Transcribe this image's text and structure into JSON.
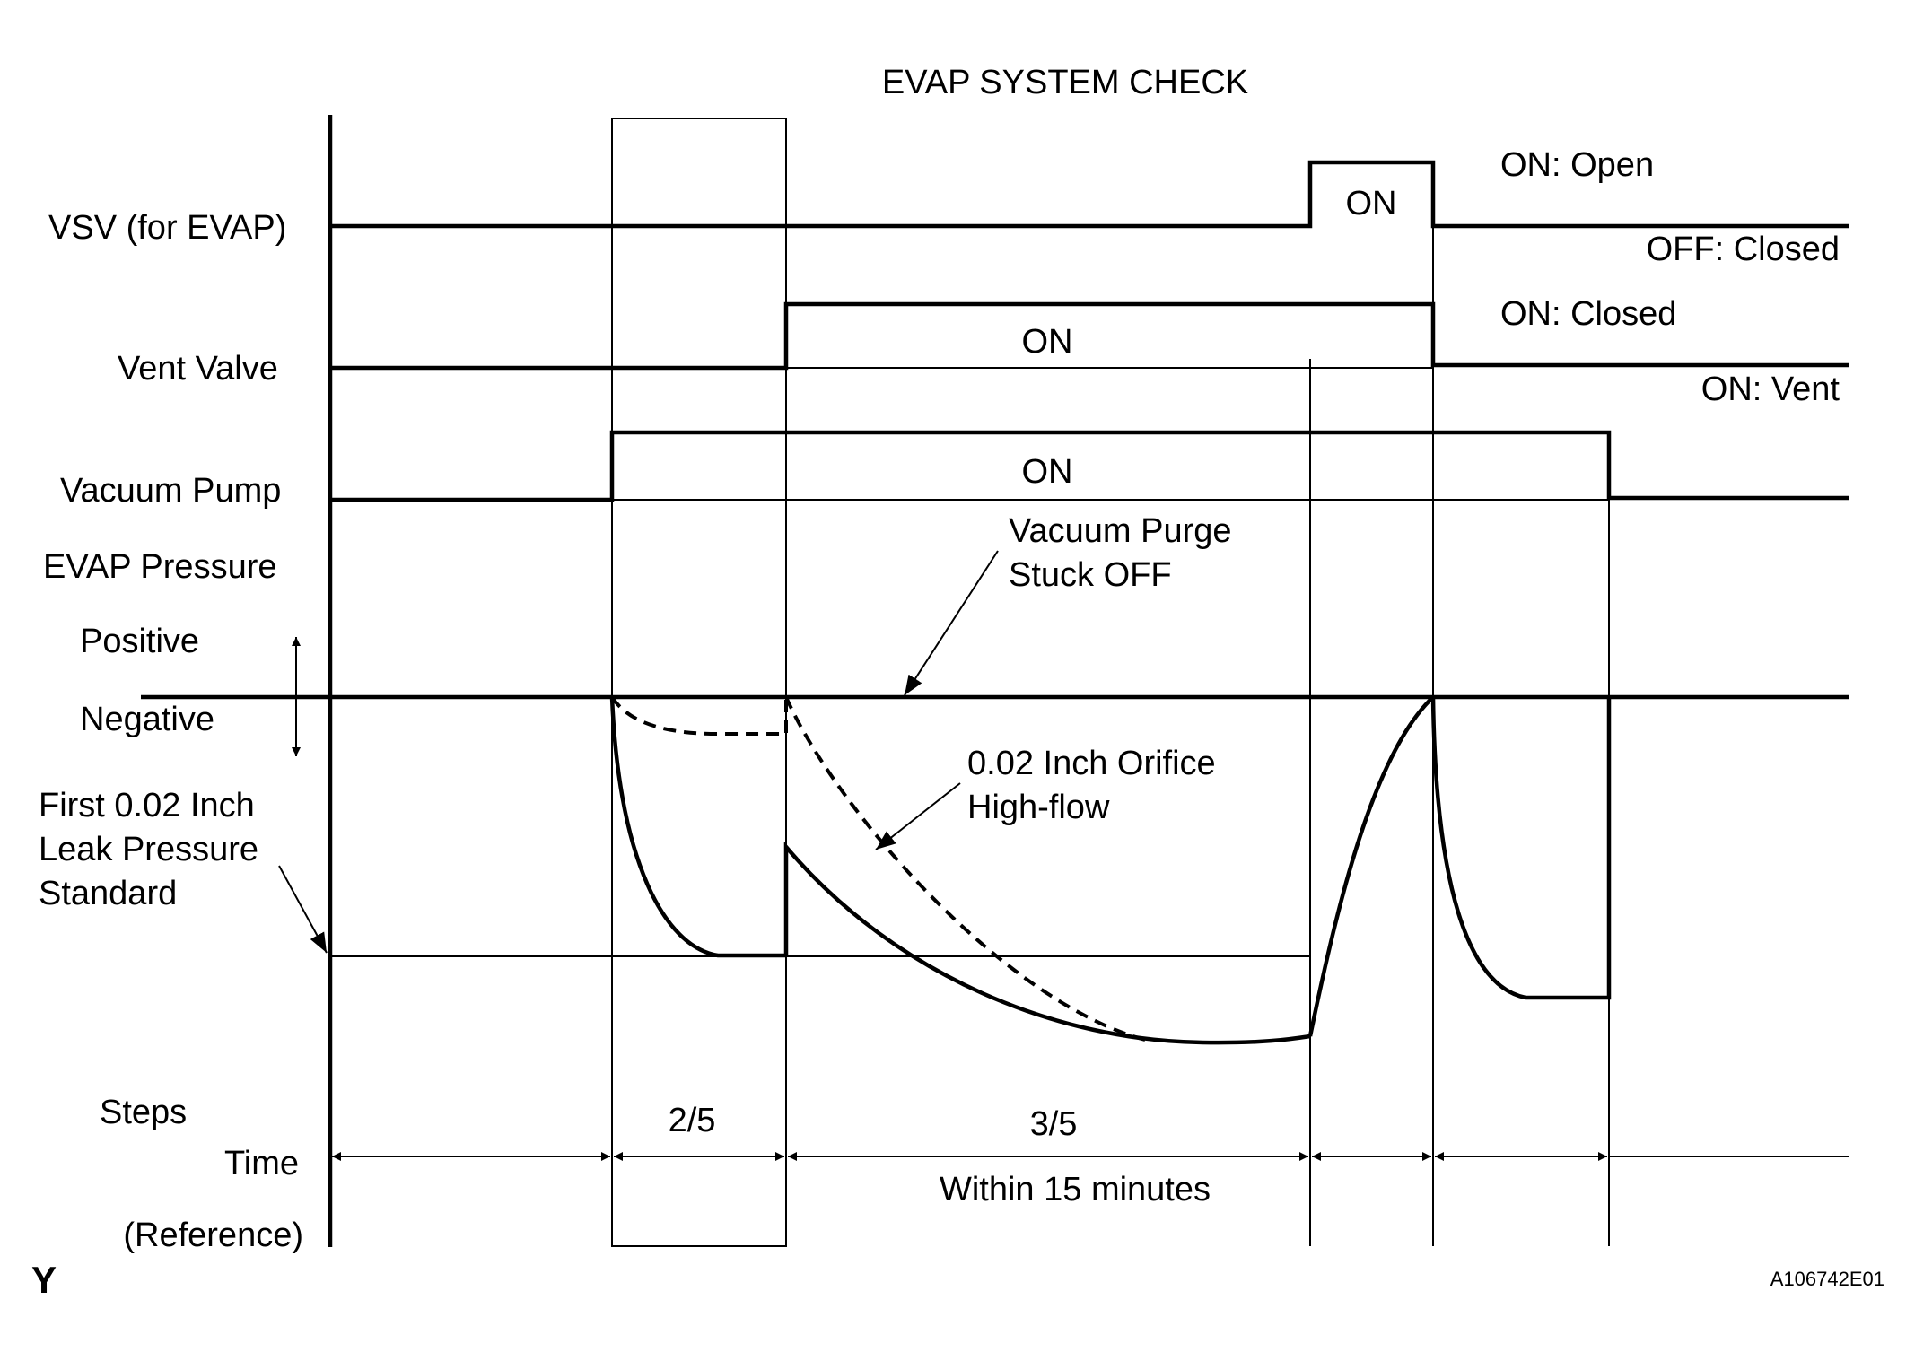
{
  "title": "EVAP SYSTEM CHECK",
  "signals": {
    "vsv": "VSV (for EVAP)",
    "vent_valve": "Vent Valve",
    "vacuum_pump": "Vacuum Pump",
    "evap_pressure": "EVAP Pressure"
  },
  "pressure_axis": {
    "positive": "Positive",
    "negative": "Negative"
  },
  "leak_standard": {
    "line1": "First 0.02 Inch",
    "line2": "Leak Pressure",
    "line3": "Standard"
  },
  "state_labels": {
    "vsv_on": "ON",
    "vent_on": "ON",
    "pump_on": "ON",
    "vsv_on_meaning": "ON: Open",
    "vsv_off_meaning": "OFF: Closed",
    "vent_on_meaning": "ON: Closed",
    "vent_off_meaning": "ON: Vent"
  },
  "annotations": {
    "purge_stuck_line1": "Vacuum Purge",
    "purge_stuck_line2": "Stuck OFF",
    "orifice_line1": "0.02 Inch Orifice",
    "orifice_line2": "High-flow"
  },
  "footer": {
    "steps": "Steps",
    "time": "Time",
    "reference": "(Reference)",
    "step_2": "2/5",
    "step_3": "3/5",
    "within": "Within 15 minutes"
  },
  "corner_mark": "Y",
  "figure_code": "A106742E01"
}
